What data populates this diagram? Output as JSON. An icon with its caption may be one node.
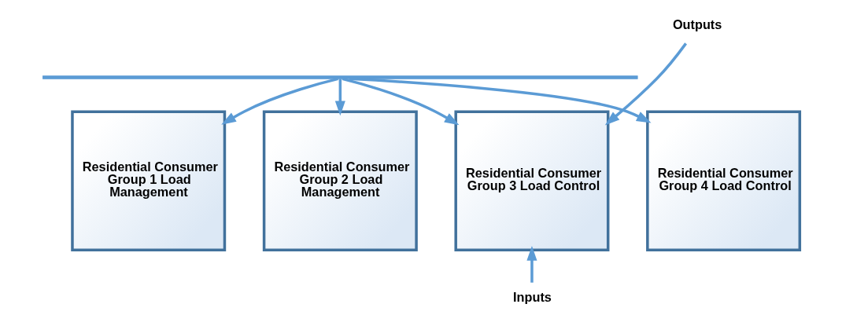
{
  "diagram": {
    "nodes": [
      {
        "text": [
          "Outputs"
        ]
      },
      {
        "text": [],
        "shape": "bar"
      },
      {
        "text": [
          "Residential Consumer Group 1 Load Management"
        ]
      },
      {
        "text": [
          "Residential Consumer Group 2 Load Management"
        ]
      },
      {
        "text": [
          "Residential Consumer Group 3 Load Control"
        ]
      },
      {
        "text": [
          "Residential Consumer Group 4 Load Control"
        ]
      },
      {
        "text": [
          "Inputs"
        ]
      }
    ],
    "edges": [
      {
        "from": 1,
        "to": 2,
        "arrow": "to"
      },
      {
        "from": 1,
        "to": 3,
        "arrow": "to"
      },
      {
        "from": 1,
        "to": 4,
        "arrow": "to"
      },
      {
        "from": 1,
        "to": 5,
        "arrow": "to"
      },
      {
        "from": 0,
        "to": 4,
        "arrow": "to"
      },
      {
        "from": 6,
        "to": 4,
        "arrow": "to"
      }
    ]
  }
}
